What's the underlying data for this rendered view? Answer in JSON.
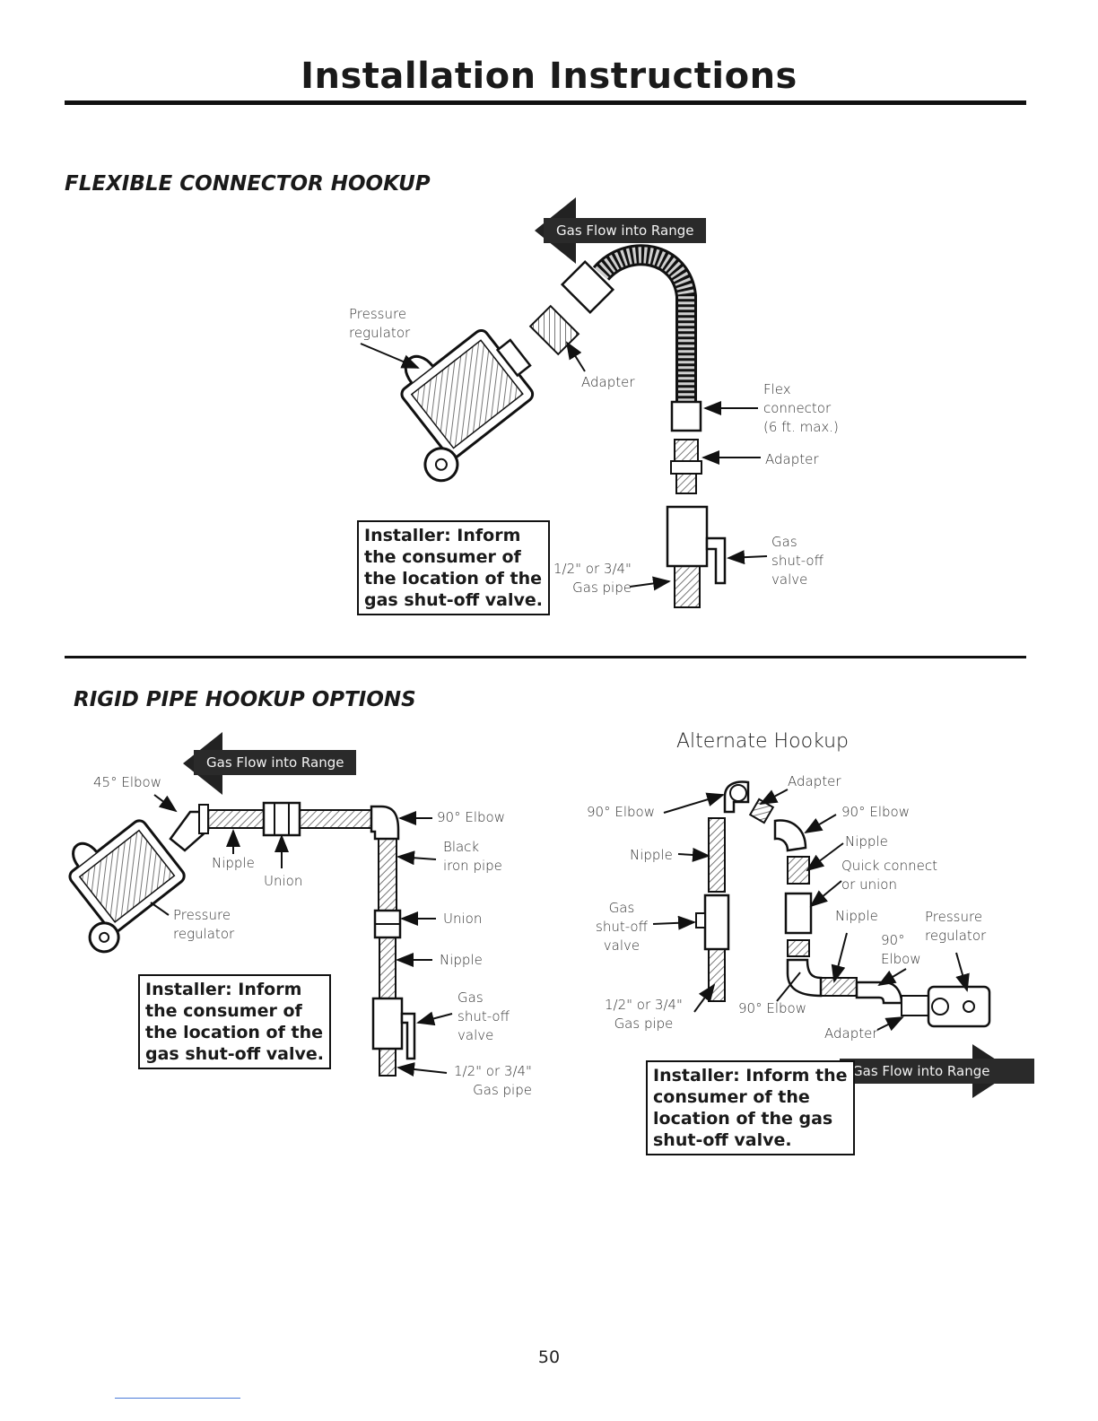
{
  "page": {
    "title": "Installation Instructions",
    "page_number": "50"
  },
  "flexible": {
    "heading": "FLEXIBLE CONNECTOR HOOKUP",
    "flow_label": "Gas Flow into Range",
    "labels": {
      "pressure_regulator": "Pressure\nregulator",
      "adapter_top": "Adapter",
      "flex_connector": "Flex\nconnector\n(6 ft. max.)",
      "adapter_right": "Adapter",
      "gas_shutoff": "Gas\nshut-off\nvalve",
      "gas_pipe": "1/2\" or 3/4\"\nGas pipe"
    },
    "note": "Installer: Inform\nthe consumer of\nthe location of the\ngas shut-off valve."
  },
  "rigid": {
    "heading": "RIGID PIPE HOOKUP OPTIONS",
    "flow_label": "Gas Flow into Range",
    "labels": {
      "elbow_45": "45° Elbow",
      "nipple_top": "Nipple",
      "union_top": "Union",
      "pressure_regulator": "Pressure\nregulator",
      "elbow_90": "90° Elbow",
      "black_iron": "Black\niron pipe",
      "union_side": "Union",
      "nipple_side": "Nipple",
      "gas_shutoff": "Gas\nshut-off\nvalve",
      "gas_pipe": "1/2\" or 3/4\"\nGas pipe"
    },
    "note": "Installer: Inform\nthe consumer of\nthe location of the\ngas shut-off valve."
  },
  "alternate": {
    "title": "Alternate Hookup",
    "flow_label": "Gas Flow into Range",
    "labels": {
      "adapter_top": "Adapter",
      "elbow_90_left": "90° Elbow",
      "elbow_90_right": "90° Elbow",
      "nipple_left": "Nipple",
      "nipple_right": "Nipple",
      "quick_connect": "Quick connect\nor union",
      "gas_shutoff": "Gas\nshut-off\nvalve",
      "nipple_lower": "Nipple",
      "elbow_90_mid": "90°\nElbow",
      "pressure_regulator": "Pressure\nregulator",
      "gas_pipe": "1/2\" or 3/4\"\nGas pipe",
      "elbow_90_bottom": "90° Elbow",
      "adapter_bottom": "Adapter"
    },
    "note": "Installer: Inform the\nconsumer of the\nlocation of the gas\nshut-off valve."
  }
}
